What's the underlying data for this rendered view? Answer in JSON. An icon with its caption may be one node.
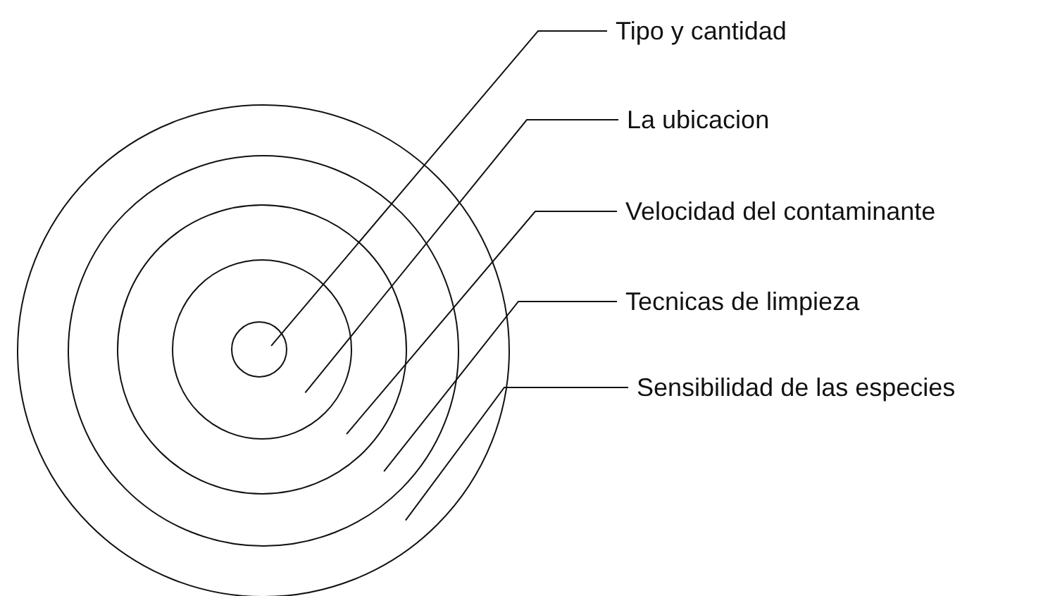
{
  "diagram": {
    "nodes": [
      {
        "text": [],
        "shape": "circle"
      },
      {
        "text": [],
        "shape": "circle",
        "in": 0
      },
      {
        "text": [],
        "shape": "circle",
        "in": 1
      },
      {
        "text": [],
        "shape": "circle",
        "in": 2
      },
      {
        "text": [],
        "shape": "circle",
        "in": 3
      },
      {
        "text": [
          "Tipo y cantidad"
        ]
      },
      {
        "text": [
          "La ubicacion"
        ]
      },
      {
        "text": [
          "Velocidad del contaminante"
        ]
      },
      {
        "text": [
          "Tecnicas de limpieza"
        ]
      },
      {
        "text": [
          "Sensibilidad de las especies"
        ]
      }
    ],
    "edges": [
      {
        "from": 5,
        "to": 4,
        "arrow": "none"
      },
      {
        "from": 6,
        "to": 3,
        "arrow": "none"
      },
      {
        "from": 7,
        "to": 2,
        "arrow": "none"
      },
      {
        "from": 8,
        "to": 1,
        "arrow": "none"
      },
      {
        "from": 9,
        "to": 0,
        "arrow": "none"
      }
    ]
  }
}
